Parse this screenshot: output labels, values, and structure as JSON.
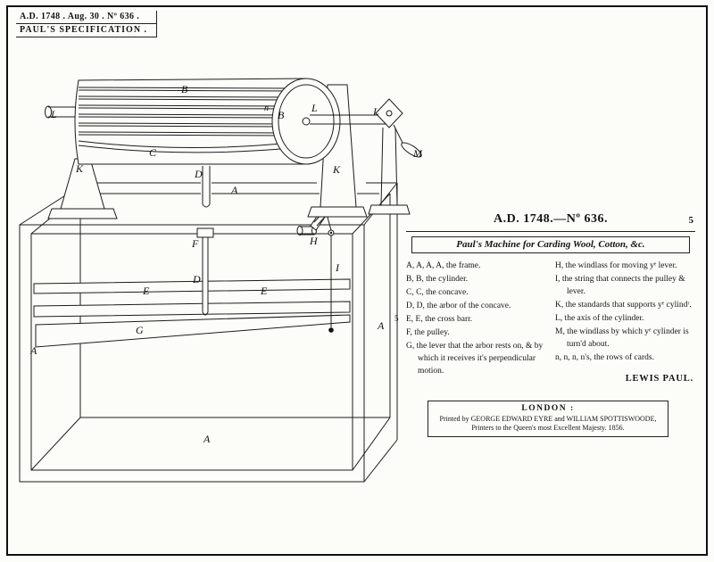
{
  "corner": {
    "line1": "A.D. 1748 . Aug. 30 . Nº 636 .",
    "line2": "PAUL'S  SPECIFICATION ."
  },
  "header": {
    "title": "A.D. 1748.—Nº 636.",
    "page_number": "5",
    "doc_title": "Paul's Machine for Carding Wool, Cotton, &c."
  },
  "legend": {
    "margin_number": "5",
    "left": [
      "A, A, A, A, the frame.",
      "B, B, the cylinder.",
      "C, C, the concave.",
      "D, D, the arbor of the concave.",
      "E, E, the cross barr.",
      "F, the pulley.",
      "G, the lever that the arbor rests on, & by which it receives it's perpendicular motion."
    ],
    "right": [
      "H, the windlass for moving yᵉ lever.",
      "I, the string that connects the pulley & lever.",
      "K, the standards that supports yᵉ cylindʳ.",
      "L, the axis of the cylinder.",
      "M, the windlass by which yᵉ cylinder is turn'd about.",
      "n, n, n, n's, the rows of cards."
    ],
    "signature": "LEWIS PAUL."
  },
  "imprint": {
    "line1": "LONDON :",
    "line2": "Printed by GEORGE EDWARD EYRE and WILLIAM SPOTTISWOODE,",
    "line3": "Printers to the Queen's most Excellent Majesty.  1856."
  },
  "drawing": {
    "labels": [
      "L",
      "B",
      "n",
      "B",
      "L",
      "L",
      "M",
      "C",
      "D",
      "K",
      "K",
      "A",
      "H",
      "F",
      "I",
      "D",
      "E",
      "E",
      "G",
      "A",
      "A",
      "A"
    ]
  }
}
